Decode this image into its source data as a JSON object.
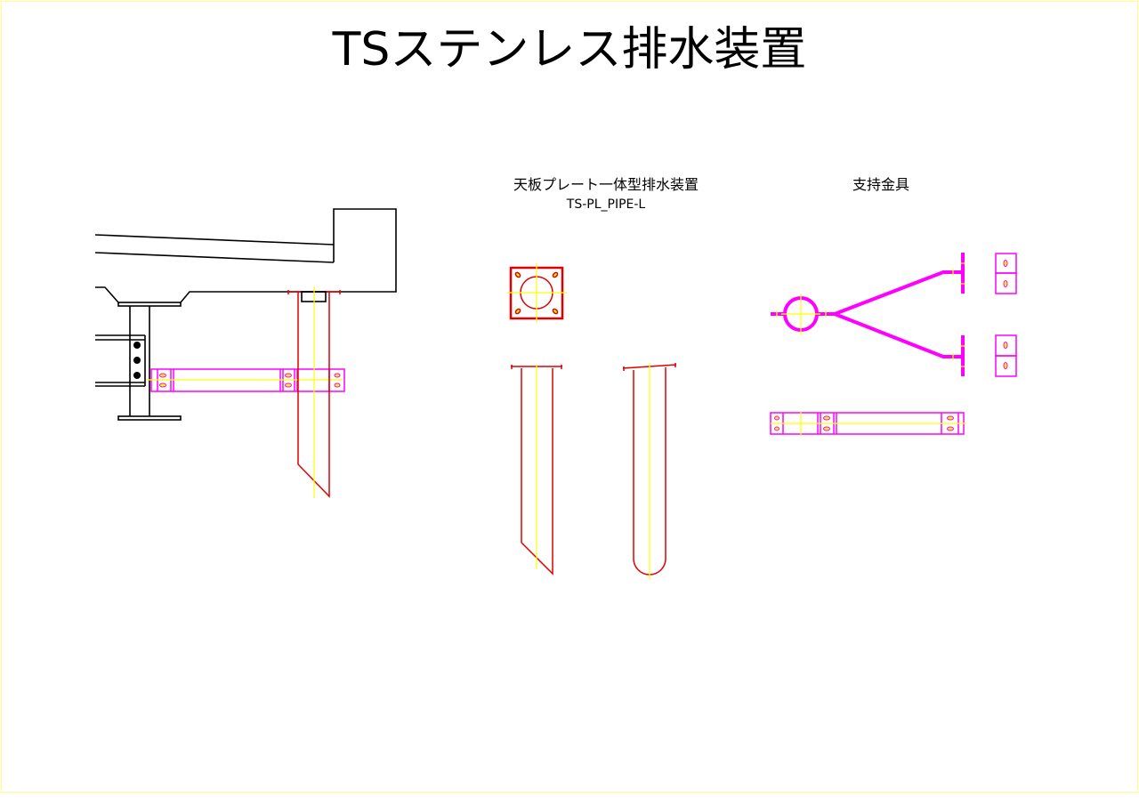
{
  "title": "TSステンレス排水装置",
  "views": {
    "integrated_drain": {
      "label": "天板プレート一体型排水装置",
      "model": "TS-PL_PIPE-L"
    },
    "support_bracket": {
      "label": "支持金具"
    }
  },
  "colors": {
    "border": "#ffff80",
    "pipe": "#e00000",
    "bracket": "#ff00ff",
    "centerline": "#ffff00",
    "structure": "#000000"
  }
}
